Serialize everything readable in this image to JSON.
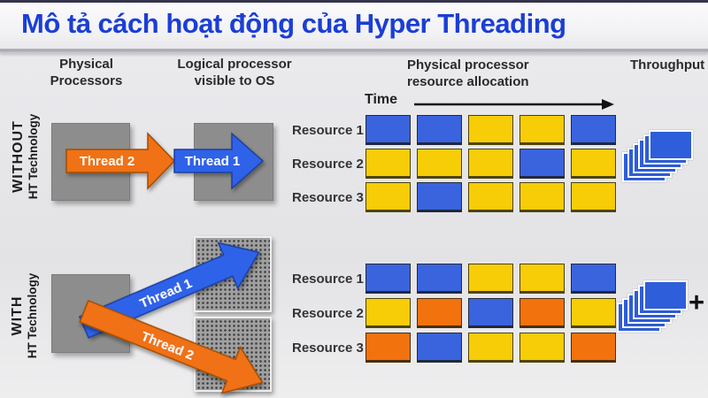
{
  "banner": {
    "title": "Mô tả cách hoạt động của Hyper Threading"
  },
  "columns": {
    "physical_processors": "Physical\nProcessors",
    "logical_processor": "Logical processor\nvisible to OS",
    "resource_allocation": "Physical processor\nresource allocation",
    "throughput": "Throughput",
    "time": "Time"
  },
  "colors": {
    "blue": "#3a63de",
    "yellow": "#f6cd06",
    "orange": "#f2720e",
    "arrow_blue": "#2d62e8",
    "arrow_orange": "#f07114",
    "stack_blue": "#2e5ed9",
    "banner_text": "#1b3ed6",
    "processor_gray": "#8d8d8d"
  },
  "sections": [
    {
      "id": "without",
      "label_line1": "WITHOUT",
      "label_line2": "HT Technology",
      "thread1_label": "Thread 1",
      "thread2_label": "Thread 2",
      "resources": [
        {
          "label": "Resource 1",
          "cells": [
            "blue",
            "blue",
            "yellow",
            "yellow",
            "blue"
          ]
        },
        {
          "label": "Resource 2",
          "cells": [
            "yellow",
            "yellow",
            "yellow",
            "blue",
            "yellow"
          ]
        },
        {
          "label": "Resource 3",
          "cells": [
            "yellow",
            "blue",
            "yellow",
            "yellow",
            "yellow"
          ]
        }
      ],
      "throughput_layers": 6,
      "plus_sign": ""
    },
    {
      "id": "with",
      "label_line1": "WITH",
      "label_line2": "HT Technology",
      "thread1_label": "Thread 1",
      "thread2_label": "Thread 2",
      "resources": [
        {
          "label": "Resource 1",
          "cells": [
            "blue",
            "blue",
            "yellow",
            "yellow",
            "blue"
          ]
        },
        {
          "label": "Resource 2",
          "cells": [
            "yellow",
            "orange",
            "blue",
            "orange",
            "yellow"
          ]
        },
        {
          "label": "Resource 3",
          "cells": [
            "orange",
            "blue",
            "yellow",
            "yellow",
            "orange"
          ]
        }
      ],
      "throughput_layers": 6,
      "plus_sign": "+"
    }
  ]
}
